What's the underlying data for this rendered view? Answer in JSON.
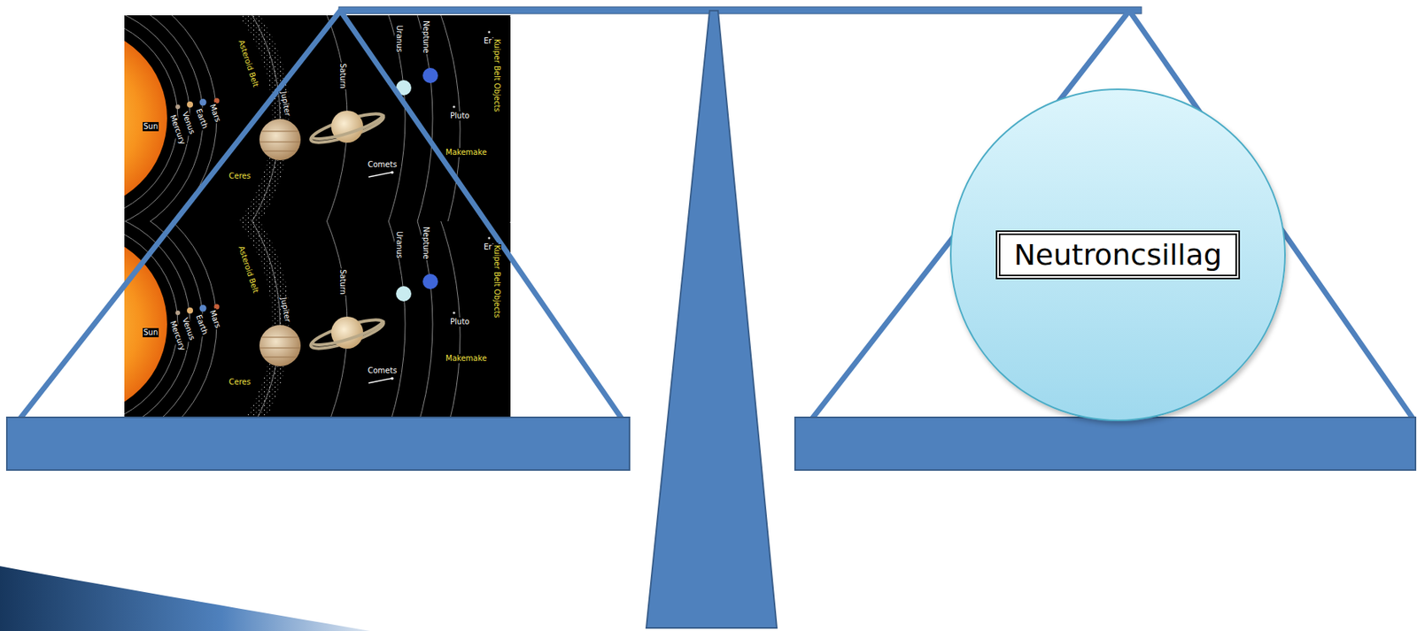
{
  "diagram": {
    "nodes": [
      {
        "text": [
          "Neutroncsillag"
        ]
      }
    ],
    "labels": [
      "Sun",
      "Mercury",
      "Venus",
      "Earth",
      "Mars",
      "Asteroid Belt",
      "Ceres",
      "Jupiter",
      "Saturn",
      "Comets",
      "Uranus",
      "Neptune",
      "Pluto",
      "Makemake",
      "Eris",
      "Kuiper Belt Objects",
      "Sun",
      "Mercury",
      "Venus",
      "Earth",
      "Mars",
      "Asteroid Belt",
      "Ceres",
      "Jupiter",
      "Saturn",
      "Comets",
      "Uranus",
      "Neptune",
      "Pluto",
      "Makemake",
      "Eris",
      "Kuiper Belt Objects"
    ]
  }
}
